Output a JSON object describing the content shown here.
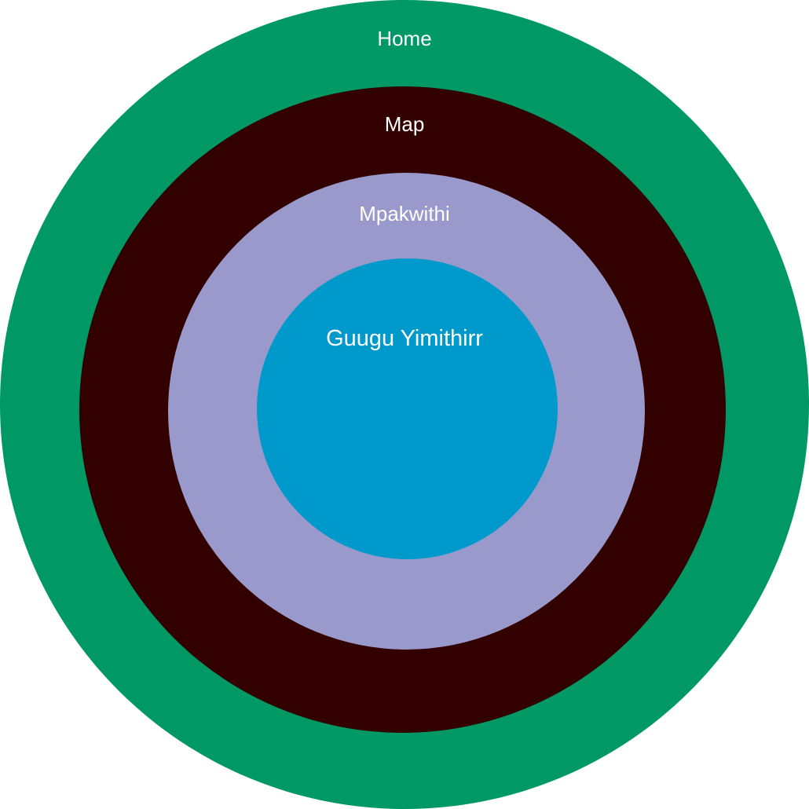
{
  "diagram": {
    "rings": [
      {
        "label": "Home",
        "color": "#009966"
      },
      {
        "label": "Map",
        "color": "#330000"
      },
      {
        "label": "Mpakwithi",
        "color": "#9999cc"
      },
      {
        "label": "Guugu Yimithirr",
        "color": "#0099cc"
      }
    ]
  }
}
